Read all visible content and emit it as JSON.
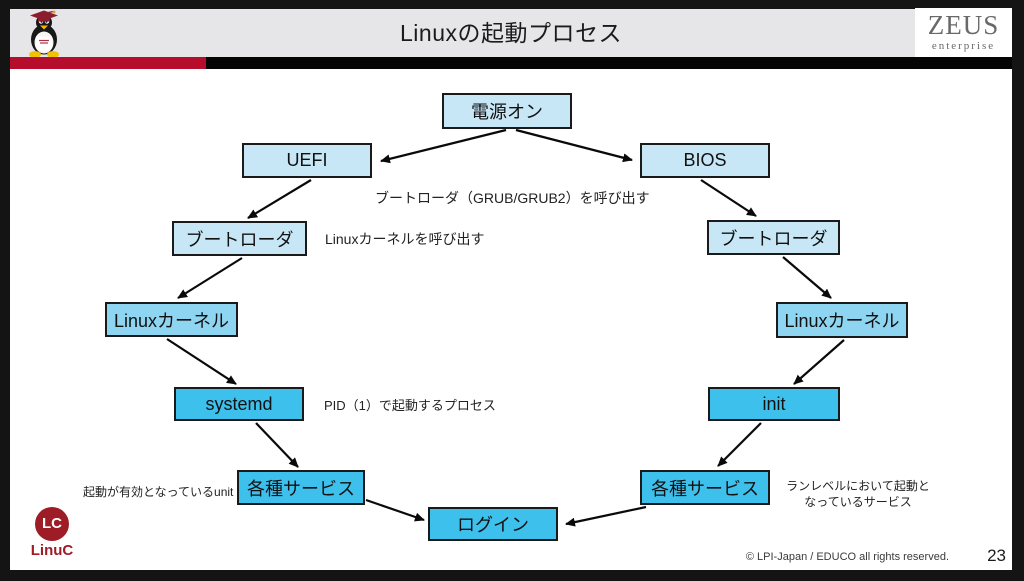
{
  "header": {
    "title": "Linuxの起動プロセス",
    "zeus_logo": {
      "name": "ZEUS",
      "subtitle": "enterprise"
    }
  },
  "diagram": {
    "nodes": [
      {
        "id": "power-on",
        "label": "電源オン"
      },
      {
        "id": "uefi",
        "label": "UEFI"
      },
      {
        "id": "bios",
        "label": "BIOS"
      },
      {
        "id": "bootloader-left",
        "label": "ブートローダ"
      },
      {
        "id": "bootloader-right",
        "label": "ブートローダ"
      },
      {
        "id": "kernel-left",
        "label": "Linuxカーネル"
      },
      {
        "id": "kernel-right",
        "label": "Linuxカーネル"
      },
      {
        "id": "systemd",
        "label": "systemd"
      },
      {
        "id": "init",
        "label": "init"
      },
      {
        "id": "services-left",
        "label": "各種サービス"
      },
      {
        "id": "services-right",
        "label": "各種サービス"
      },
      {
        "id": "login",
        "label": "ログイン"
      }
    ],
    "captions": {
      "grub": "ブートローダ（GRUB/GRUB2）を呼び出す",
      "kernel_call": "Linuxカーネルを呼び出す",
      "pid": "PID（1）で起動するプロセス",
      "unit": "起動が有効となっているunit",
      "runlevel_line1": "ランレベルにおいて起動と",
      "runlevel_line2": "なっているサービス"
    },
    "colors": {
      "box_pale": "#c7e7f6",
      "box_mid": "#8ed5f1",
      "box_strong": "#3ec0ed",
      "box_border": "#1a1a1a",
      "arrow": "#0a0a0a"
    }
  },
  "footer": {
    "linuc_logo": {
      "badge": "LC",
      "name": "LinuC"
    },
    "copyright": "© LPI-Japan / EDUCO all rights reserved.",
    "page_number": "23"
  },
  "accents": {
    "red_bar": "#b60d2d",
    "header_bg": "#e6e5e7",
    "frame_border": "#141414",
    "linuc_red": "#9e1c26"
  }
}
